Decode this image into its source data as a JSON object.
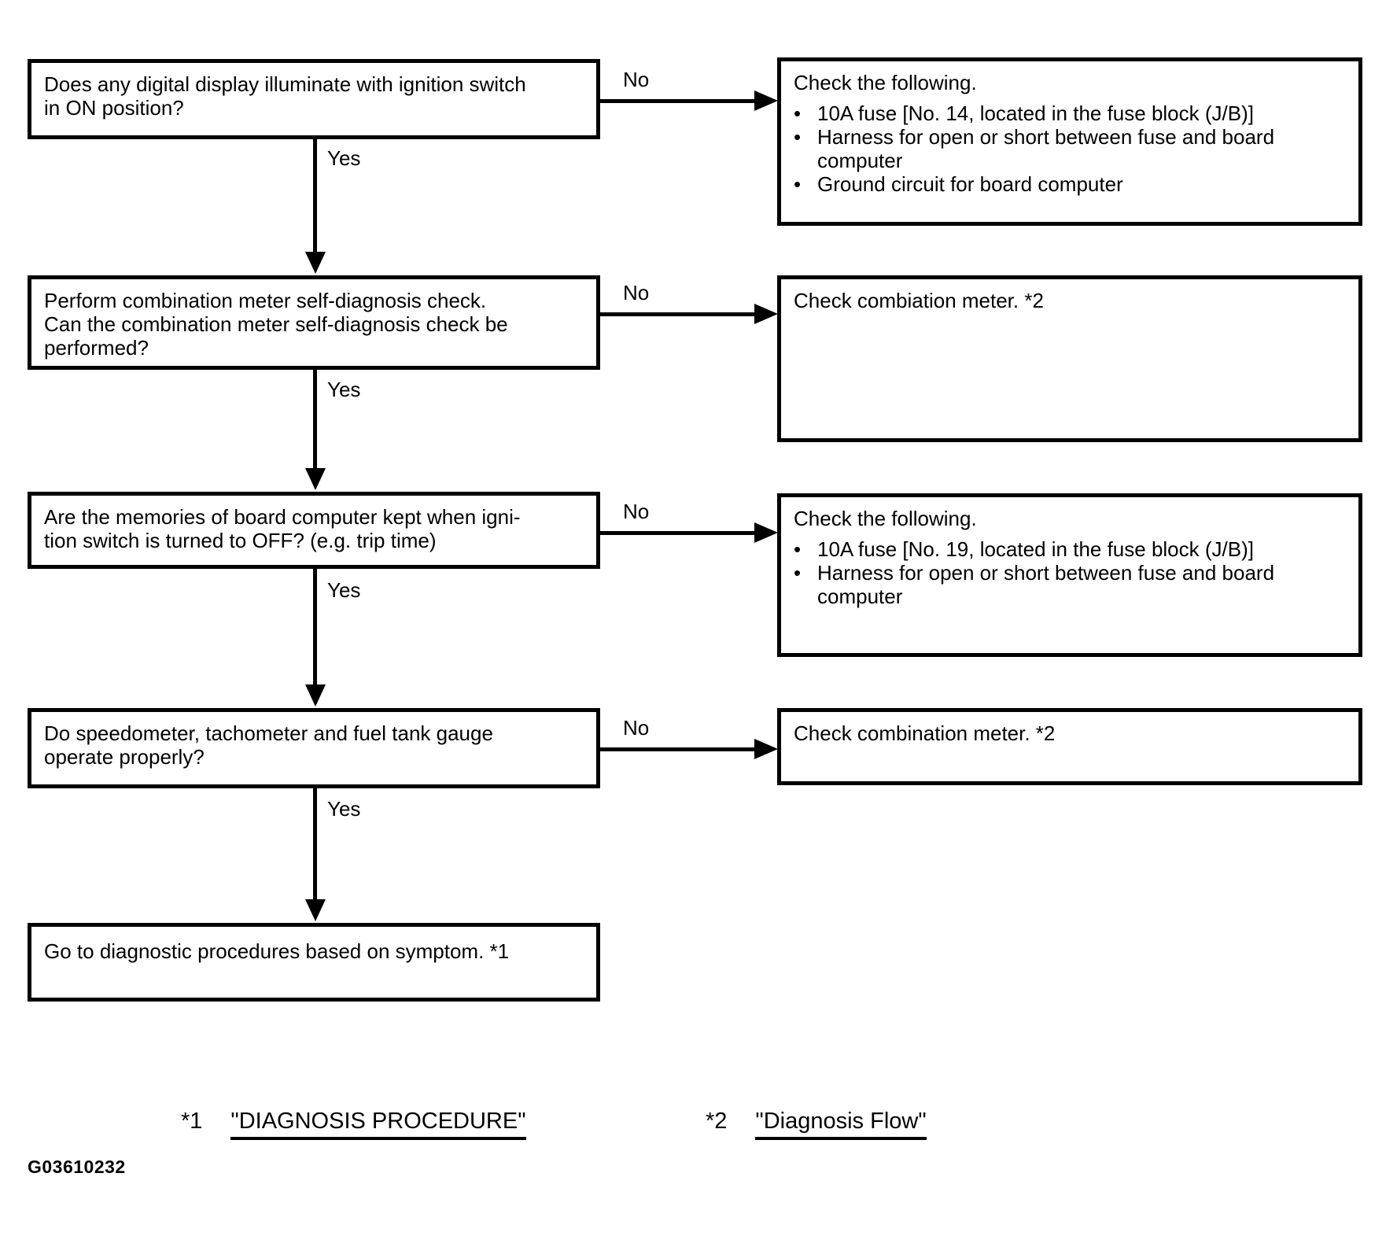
{
  "colors": {
    "ink": "#000000",
    "background": "#ffffff"
  },
  "glyphs": {
    "bullet": "•"
  },
  "flowchart": {
    "steps": [
      {
        "question_lines": [
          "Does any digital display illuminate with ignition switch",
          "in ON position?"
        ],
        "yes_label": "Yes",
        "no_label": "No",
        "result_lines": [
          {
            "text": "Check the following."
          },
          {
            "bullet": true,
            "text": "10A fuse [No. 14, located in the fuse block (J/B)]"
          },
          {
            "bullet": true,
            "text": "Harness for open or short between fuse and board"
          },
          {
            "cont": true,
            "text": "computer"
          },
          {
            "bullet": true,
            "text": "Ground circuit for board computer"
          }
        ]
      },
      {
        "question_lines": [
          "Perform combination meter self-diagnosis check.",
          "Can the combination meter self-diagnosis check be",
          "performed?"
        ],
        "yes_label": "Yes",
        "no_label": "No",
        "result_lines": [
          {
            "text": "Check combiation meter. *2"
          }
        ]
      },
      {
        "question_lines": [
          "Are the memories of board computer kept when igni-",
          "tion switch is turned to OFF? (e.g. trip time)"
        ],
        "yes_label": "Yes",
        "no_label": "No",
        "result_lines": [
          {
            "text": "Check the following."
          },
          {
            "bullet": true,
            "text": "10A fuse [No. 19, located in the fuse block (J/B)]"
          },
          {
            "bullet": true,
            "text": "Harness  for open or short between fuse and board"
          },
          {
            "cont": true,
            "text": "computer"
          }
        ]
      },
      {
        "question_lines": [
          "Do speedometer, tachometer and fuel tank gauge",
          "operate properly?"
        ],
        "yes_label": "Yes",
        "no_label": "No",
        "result_lines": [
          {
            "text": "Check combination meter. *2"
          }
        ]
      }
    ],
    "final_lines": [
      "Go to diagnostic procedures based on symptom. *1"
    ]
  },
  "footnotes": [
    {
      "marker": "*1",
      "label": "\"DIAGNOSIS PROCEDURE\""
    },
    {
      "marker": "*2",
      "label": "\"Diagnosis Flow\""
    }
  ],
  "figure_id": "G03610232"
}
